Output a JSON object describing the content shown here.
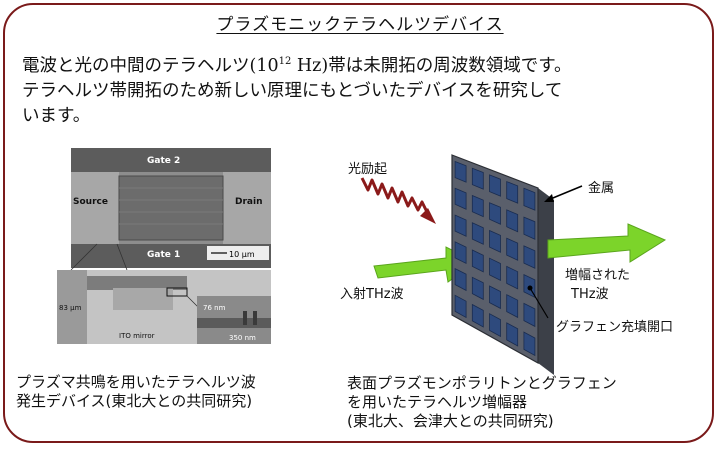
{
  "title": "プラズモニックテラヘルツデバイス",
  "intro": {
    "line1_before": "電波と光の中間のテラヘルツ(10",
    "line1_sup": "12",
    "line1_after": " Hz)帯は未開拓の周波数領域です。",
    "line2": "テラヘルツ帯開拓のため新しい原理にもとづいたデバイスを研究して",
    "line3": "います。"
  },
  "left_figure": {
    "gate2": "Gate 2",
    "gate1": "Gate 1",
    "source": "Source",
    "drain": "Drain",
    "scale": "10 µm",
    "thickness": "83 µm",
    "mirror": "ITO mirror",
    "dim1": "76 nm",
    "dim2": "350 nm",
    "caption_line1": "プラズマ共鳴を用いたテラヘルツ波",
    "caption_line2": "発生デバイス(東北大との共同研究)"
  },
  "right_figure": {
    "excitation": "光励起",
    "metal": "金属",
    "incident": "入射THz波",
    "amplified_line1": "増幅された",
    "amplified_line2": "THz波",
    "graphene": "グラフェン充填開口",
    "caption_line1": "表面プラズモンポラリトンとグラフェン",
    "caption_line2": "を用いたテラヘルツ増幅器",
    "caption_line3": "(東北大、会津大との共同研究)"
  },
  "colors": {
    "frame": "#7a1a1a",
    "arrow_green": "#7cd42a",
    "wave_red": "#8b1a1a",
    "plate": "#5a5f6b",
    "cell": "#2e4a7d"
  }
}
